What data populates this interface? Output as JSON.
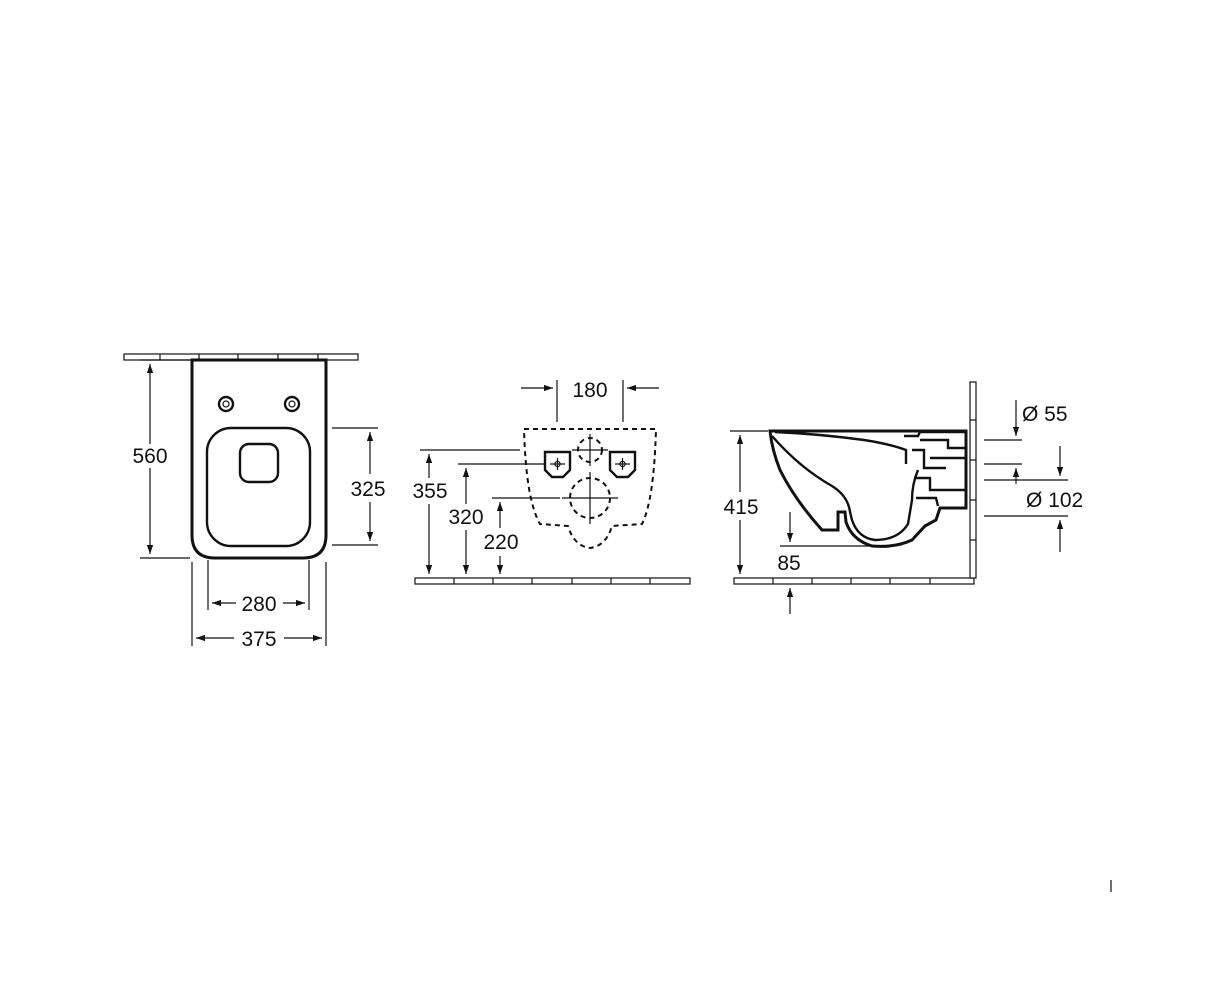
{
  "top_view": {
    "overall_length": "560",
    "seat_length": "325",
    "seat_width": "280",
    "overall_width": "375"
  },
  "front_view": {
    "bolt_spacing": "180",
    "height_a": "355",
    "height_b": "320",
    "height_c": "220"
  },
  "side_view": {
    "rim_height": "415",
    "outlet_offset": "85",
    "inlet_diameter": "Ø 55",
    "outlet_diameter": "Ø 102"
  },
  "colors": {
    "line": "#111111",
    "background": "#ffffff"
  }
}
